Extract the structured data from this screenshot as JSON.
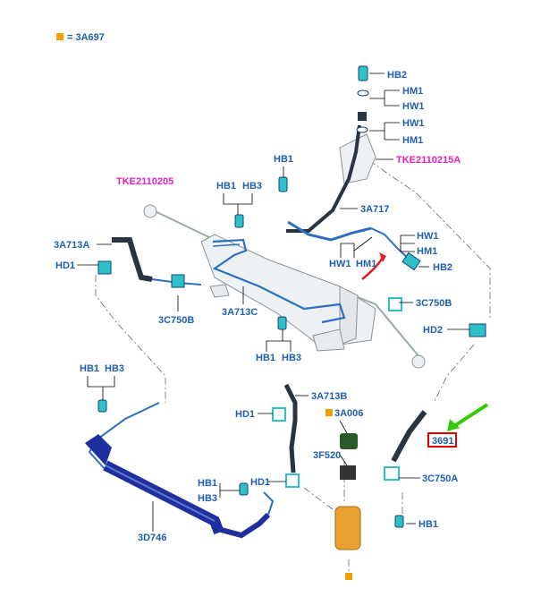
{
  "legend": {
    "swatch_color": "#f0a000",
    "text": "= 3A697"
  },
  "labels": {
    "hb2_top": "HB2",
    "hm1_a": "HM1",
    "hw1_a": "HW1",
    "hw1_b": "HW1",
    "hm1_b": "HM1",
    "tke_right": "TKE2110215A",
    "hb1_center": "HB1",
    "tke_left": "TKE2110205",
    "hb1_hb3_left": [
      "HB1",
      "HB3"
    ],
    "a3717": "3A717",
    "a3713a": "3A713A",
    "hd1_left": "HD1",
    "hw1_c": "HW1",
    "hm1_c": "HM1",
    "hb2_right": "HB2",
    "hw1_d": "HW1",
    "hm1_d": "HM1",
    "c3c750b_left": "3C750B",
    "a3713c": "3A713C",
    "c3c750b_right": "3C750B",
    "hd2": "HD2",
    "hb1_hb3_mid": [
      "HB1",
      "HB3"
    ],
    "hb1_hb3_low": [
      "HB1",
      "HB3"
    ],
    "a3713b": "3A713B",
    "hd1_mid": "HD1",
    "a3a006": "3A006",
    "part_3691": "3691",
    "f3f520": "3F520",
    "c3c750a": "3C750A",
    "hb1_a": "HB1",
    "hb3_a": "HB3",
    "hd1_low": "HD1",
    "d3d746": "3D746",
    "hb1_right": "HB1"
  },
  "colors": {
    "label_blue": "#1f5fae",
    "magenta": "#e020c0",
    "highlight_box": "#e00000",
    "arrow_green": "#33cc00",
    "arrow_red": "#e02020",
    "clip_teal": "#2fc0c8",
    "cooler_blue": "#1f2f9e",
    "hose_dark": "#2a3340",
    "reservoir": "#e8a030"
  }
}
